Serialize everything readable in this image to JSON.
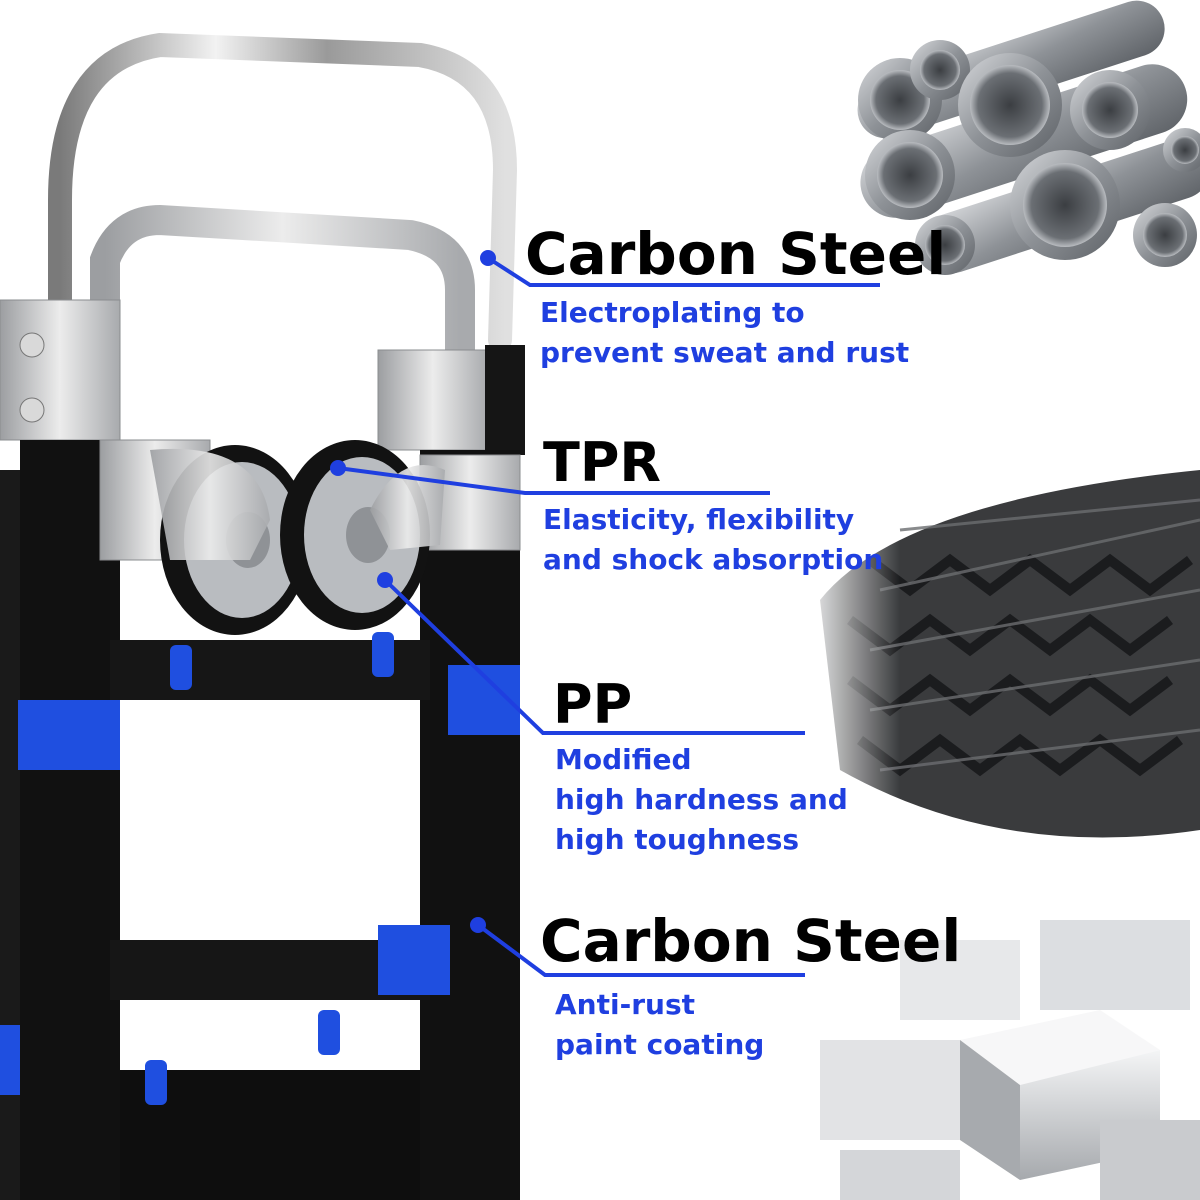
{
  "accent_color": "#1f3fe0",
  "cart_colors": {
    "frame": "#101010",
    "connector_blue": "#1f4fe0",
    "chrome": "#c9c9c9"
  },
  "callouts": [
    {
      "title": "Carbon Steel",
      "lines": [
        "Electroplating to",
        "prevent sweat and rust"
      ]
    },
    {
      "title": "TPR",
      "lines": [
        "Elasticity, flexibility",
        "and shock absorption"
      ]
    },
    {
      "title": "PP",
      "lines": [
        "Modified",
        "high hardness and",
        "high toughness"
      ]
    },
    {
      "title": "Carbon Steel",
      "lines": [
        "Anti-rust",
        "paint coating"
      ]
    }
  ],
  "material_images": [
    "steel-pipes",
    "tire-tread",
    "steel-cubes"
  ],
  "icons": [
    "callout-dot-icon"
  ]
}
